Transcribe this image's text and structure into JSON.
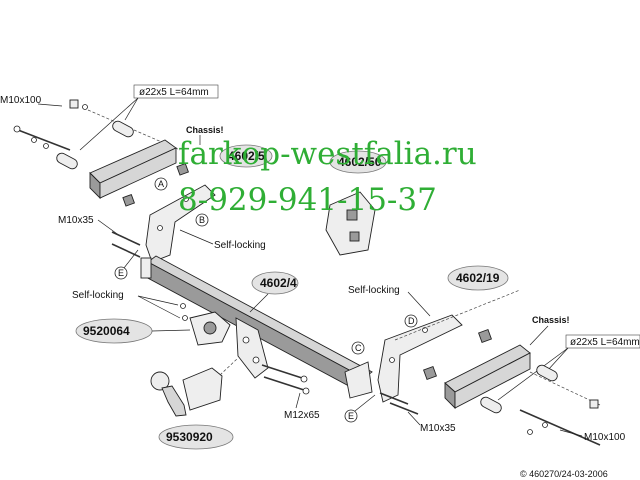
{
  "watermark": {
    "site": "farkop-westfalia.ru",
    "phone": "8-929-941-15-37",
    "color": "#2fae35"
  },
  "part_numbers": {
    "main": "4602/4",
    "left_plate": "4602/5",
    "left_spacer": "4602/50",
    "right_plate": "4602/19",
    "socket_plate": "9520064",
    "ball": "9530920"
  },
  "notes": {
    "chassis_left": "Chassis!",
    "chassis_right": "Chassis!",
    "pipe_left": "ø22x5 L=64mm",
    "pipe_right": "ø22x5 L=64mm",
    "bolt_left_top": "M10x100",
    "bolt_right_bottom": "M10x100",
    "bolt_left": "M10x35",
    "bolt_right": "M10x35",
    "bolt_center": "M12x65",
    "selflock_1": "Self-locking",
    "selflock_2": "Self-locking",
    "selflock_3": "Self-locking"
  },
  "markers": {
    "a": "A",
    "b": "B",
    "c": "C",
    "d": "D",
    "e_left": "E",
    "e_right": "E"
  },
  "copyright": "© 460270/24-03-2006"
}
